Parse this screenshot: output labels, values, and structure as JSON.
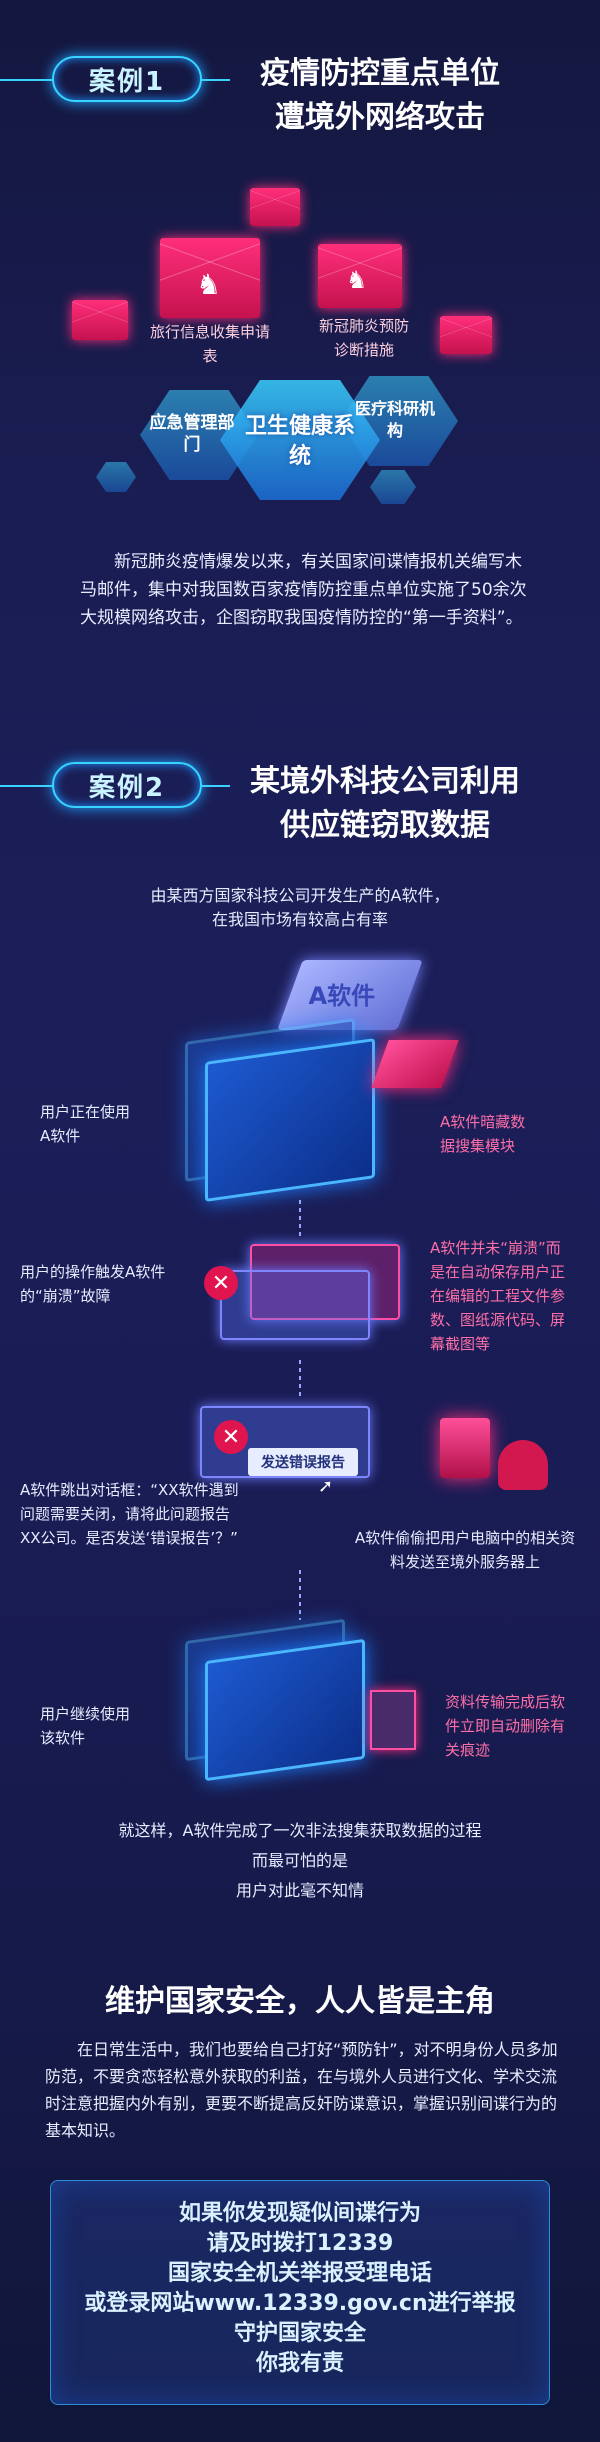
{
  "case1": {
    "badge": "案例1",
    "title_line1": "疫情防控重点单位",
    "title_line2": "遭境外网络攻击",
    "mail1_label": "旅行信息收集申请表",
    "mail2_label": "新冠肺炎预防诊断措施",
    "hex_left": "应急管理部门",
    "hex_center": "卫生健康系统",
    "hex_right": "医疗科研机构",
    "paragraph": "新冠肺炎疫情爆发以来，有关国家间谍情报机关编写木马邮件，集中对我国数百家疫情防控重点单位实施了50余次大规模网络攻击，企图窃取我国疫情防控的“第一手资料”。"
  },
  "case2": {
    "badge": "案例2",
    "title_line1": "某境外科技公司利用",
    "title_line2": "供应链窃取数据",
    "intro_line1": "由某西方国家科技公司开发生产的A软件，",
    "intro_line2": "在我国市场有较高占有率",
    "cube_label": "A软件",
    "step1_left": "用户正在使用A软件",
    "step1_right": "A软件暗藏数据搜集模块",
    "step2_left": "用户的操作触发A软件的“崩溃”故障",
    "step2_right": "A软件并未“崩溃”而是在自动保存用户正在编辑的工程文件参数、图纸源代码、屏幕截图等",
    "popup_button": "发送错误报告",
    "step3_left": "A软件跳出对话框：“XX软件遇到问题需要关闭，请将此问题报告XX公司。是否发送‘错误报告’？”",
    "step3_right": "A软件偷偷把用户电脑中的相关资料发送至境外服务器上",
    "step4_left": "用户继续使用该软件",
    "step4_right": "资料传输完成后软件立即自动删除有关痕迹",
    "conclusion_line1": "就这样，A软件完成了一次非法搜集获取数据的过程",
    "conclusion_line2": "而最可怕的是",
    "conclusion_line3": "用户对此毫不知情"
  },
  "footer": {
    "heading": "维护国家安全，人人皆是主角",
    "paragraph": "在日常生活中，我们也要给自己打好“预防针”，对不明身份人员多加防范，不要贪恋轻松意外获取的利益，在与境外人员进行文化、学术交流时注意把握内外有别，更要不断提高反奸防谍意识，掌握识别间谍行为的基本知识。",
    "box_lines": [
      "如果你发现疑似间谍行为",
      "请及时拨打12339",
      "国家安全机关举报受理电话",
      "或登录网站www.12339.gov.cn进行举报",
      "守护国家安全",
      "你我有责"
    ]
  },
  "colors": {
    "accent_cyan": "#38d3ff",
    "accent_pink": "#ff2f7a",
    "background": "#1a1d52"
  }
}
